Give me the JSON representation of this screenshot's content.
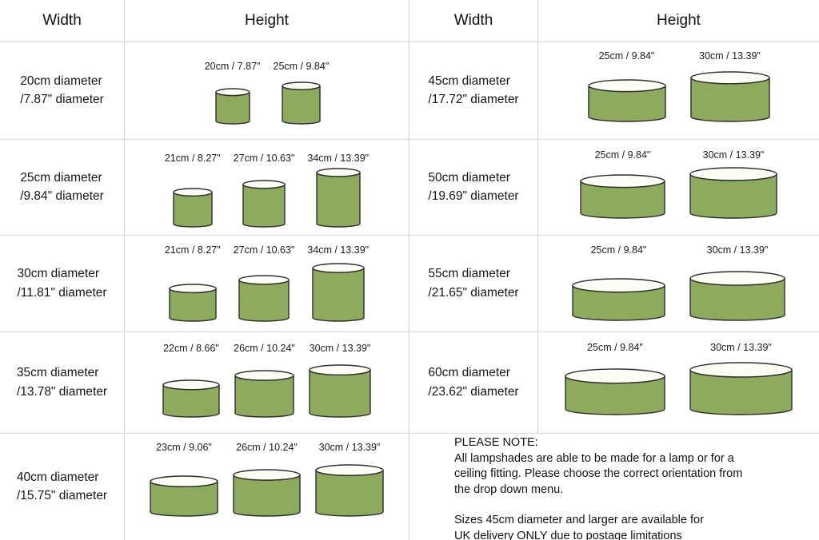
{
  "colors": {
    "shade_fill": "#8cab5d",
    "shade_stroke": "#2d2d2d",
    "rim_fill": "#fdfdf6",
    "grid": "#cfcfcf"
  },
  "headers": {
    "width_left": "Width",
    "height_left": "Height",
    "width_right": "Width",
    "height_right": "Height"
  },
  "left_rows": [
    {
      "label_line1": "20cm diameter",
      "label_line2": "/7.87\" diameter",
      "shades": [
        {
          "label": "20cm / 7.87\"",
          "w": 42,
          "h": 44
        },
        {
          "label": "25cm / 9.84\"",
          "w": 47,
          "h": 52
        }
      ]
    },
    {
      "label_line1": "25cm diameter",
      "label_line2": "/9.84\" diameter",
      "shades": [
        {
          "label": "21cm / 8.27\"",
          "w": 48,
          "h": 48
        },
        {
          "label": "27cm / 10.63\"",
          "w": 52,
          "h": 58
        },
        {
          "label": "34cm / 13.39\"",
          "w": 54,
          "h": 73
        }
      ]
    },
    {
      "label_line1": "30cm diameter",
      "label_line2": "/11.81\" diameter",
      "shades": [
        {
          "label": "21cm / 8.27\"",
          "w": 58,
          "h": 46
        },
        {
          "label": "27cm / 10.63\"",
          "w": 62,
          "h": 57
        },
        {
          "label": "34cm / 13.39\"",
          "w": 64,
          "h": 72
        }
      ]
    },
    {
      "label_line1": "35cm diameter",
      "label_line2": "/13.78\" diameter",
      "shades": [
        {
          "label": "22cm / 8.66\"",
          "w": 70,
          "h": 46
        },
        {
          "label": "26cm / 10.24\"",
          "w": 73,
          "h": 58
        },
        {
          "label": "30cm / 13.39\"",
          "w": 76,
          "h": 65
        }
      ]
    },
    {
      "label_line1": "40cm diameter",
      "label_line2": "/15.75\" diameter",
      "shades": [
        {
          "label": "23cm / 9.06\"",
          "w": 84,
          "h": 50
        },
        {
          "label": "26cm / 10.24\"",
          "w": 83,
          "h": 58
        },
        {
          "label": "30cm / 13.39\"",
          "w": 84,
          "h": 64
        }
      ]
    }
  ],
  "right_rows": [
    {
      "label_line1": "45cm diameter",
      "label_line2": "/17.72\" diameter",
      "shades": [
        {
          "label": "25cm / 9.84\"",
          "w": 96,
          "h": 52
        },
        {
          "label": "30cm / 13.39\"",
          "w": 98,
          "h": 62
        }
      ]
    },
    {
      "label_line1": "50cm diameter",
      "label_line2": "/19.69\" diameter",
      "shades": [
        {
          "label": "25cm / 9.84\"",
          "w": 105,
          "h": 54
        },
        {
          "label": "30cm / 13.39\"",
          "w": 108,
          "h": 63
        }
      ]
    },
    {
      "label_line1": "55cm diameter",
      "label_line2": "/21.65\" diameter",
      "shades": [
        {
          "label": "25cm / 9.84\"",
          "w": 115,
          "h": 52
        },
        {
          "label": "30cm / 13.39\"",
          "w": 118,
          "h": 61
        }
      ]
    },
    {
      "label_line1": "60cm diameter",
      "label_line2": "/23.62\" diameter",
      "shades": [
        {
          "label": "25cm / 9.84\"",
          "w": 124,
          "h": 57
        },
        {
          "label": "30cm / 13.39\"",
          "w": 127,
          "h": 65
        }
      ]
    }
  ],
  "note": {
    "title": "PLEASE NOTE:",
    "paragraph1": "All lampshades are able to be made for a lamp or for a\nceiling fitting. Please choose the correct orientation from\nthe drop down menu.",
    "paragraph2": "Sizes 45cm diameter and larger are available for\nUK delivery ONLY due to postage limitations"
  }
}
